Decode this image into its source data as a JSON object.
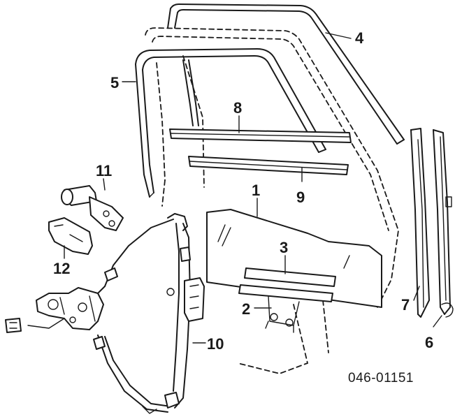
{
  "callouts": {
    "c1": "1",
    "c2": "2",
    "c3": "3",
    "c4": "4",
    "c5": "5",
    "c6": "6",
    "c7": "7",
    "c8": "8",
    "c9": "9",
    "c10": "10",
    "c11": "11",
    "c12": "12"
  },
  "drawing_code": "046-01151"
}
